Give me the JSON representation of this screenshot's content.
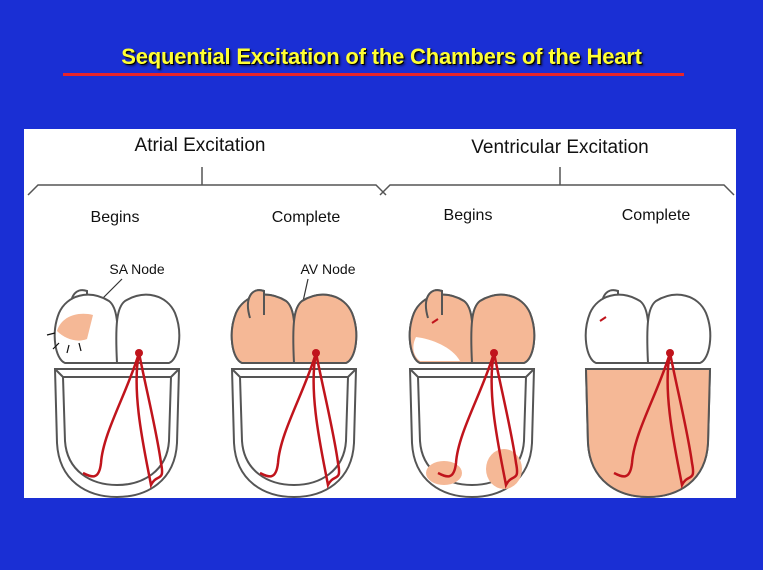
{
  "title": "Sequential Excitation of the Chambers of the Heart",
  "colors": {
    "background": "#1a2fd4",
    "title_text": "#ffff33",
    "title_underline": "#e8242a",
    "excited_tissue": "#f5b896",
    "conduction_path": "#c0141c",
    "outline": "#555555"
  },
  "groups": [
    {
      "label": "Atrial Excitation",
      "stages": [
        "Begins",
        "Complete"
      ]
    },
    {
      "label": "Ventricular Excitation",
      "stages": [
        "Begins",
        "Complete"
      ]
    }
  ],
  "annotations": {
    "sa_node": "SA Node",
    "av_node": "AV Node"
  }
}
